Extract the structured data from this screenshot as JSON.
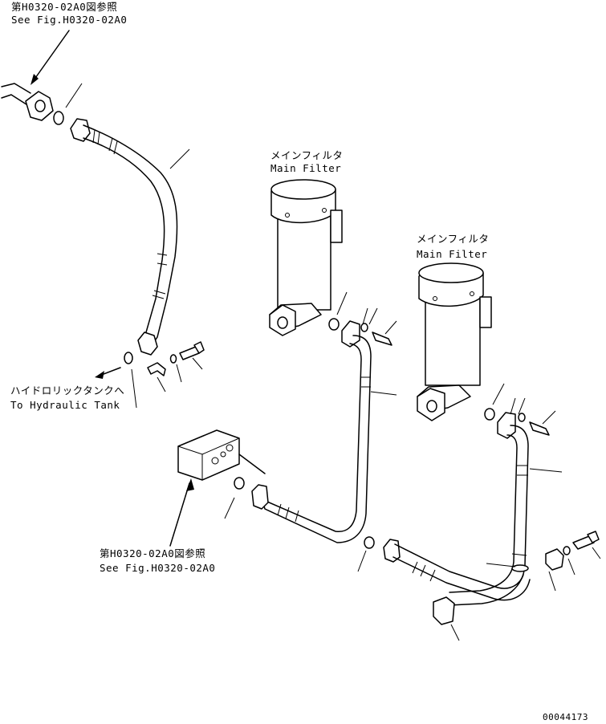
{
  "labels": {
    "ref_top_jp": "第H0320-02A0図参照",
    "ref_top_en": "See Fig.H0320-02A0",
    "filter1_jp": "メインフィルタ",
    "filter1_en": "Main Filter",
    "filter2_jp": "メインフィルタ",
    "filter2_en": "Main Filter",
    "tank_jp": "ハイドロリックタンクへ",
    "tank_en": "To Hydraulic Tank",
    "ref_bottom_jp": "第H0320-02A0図参照",
    "ref_bottom_en": "See Fig.H0320-02A0",
    "drawing_number": "00044173"
  }
}
